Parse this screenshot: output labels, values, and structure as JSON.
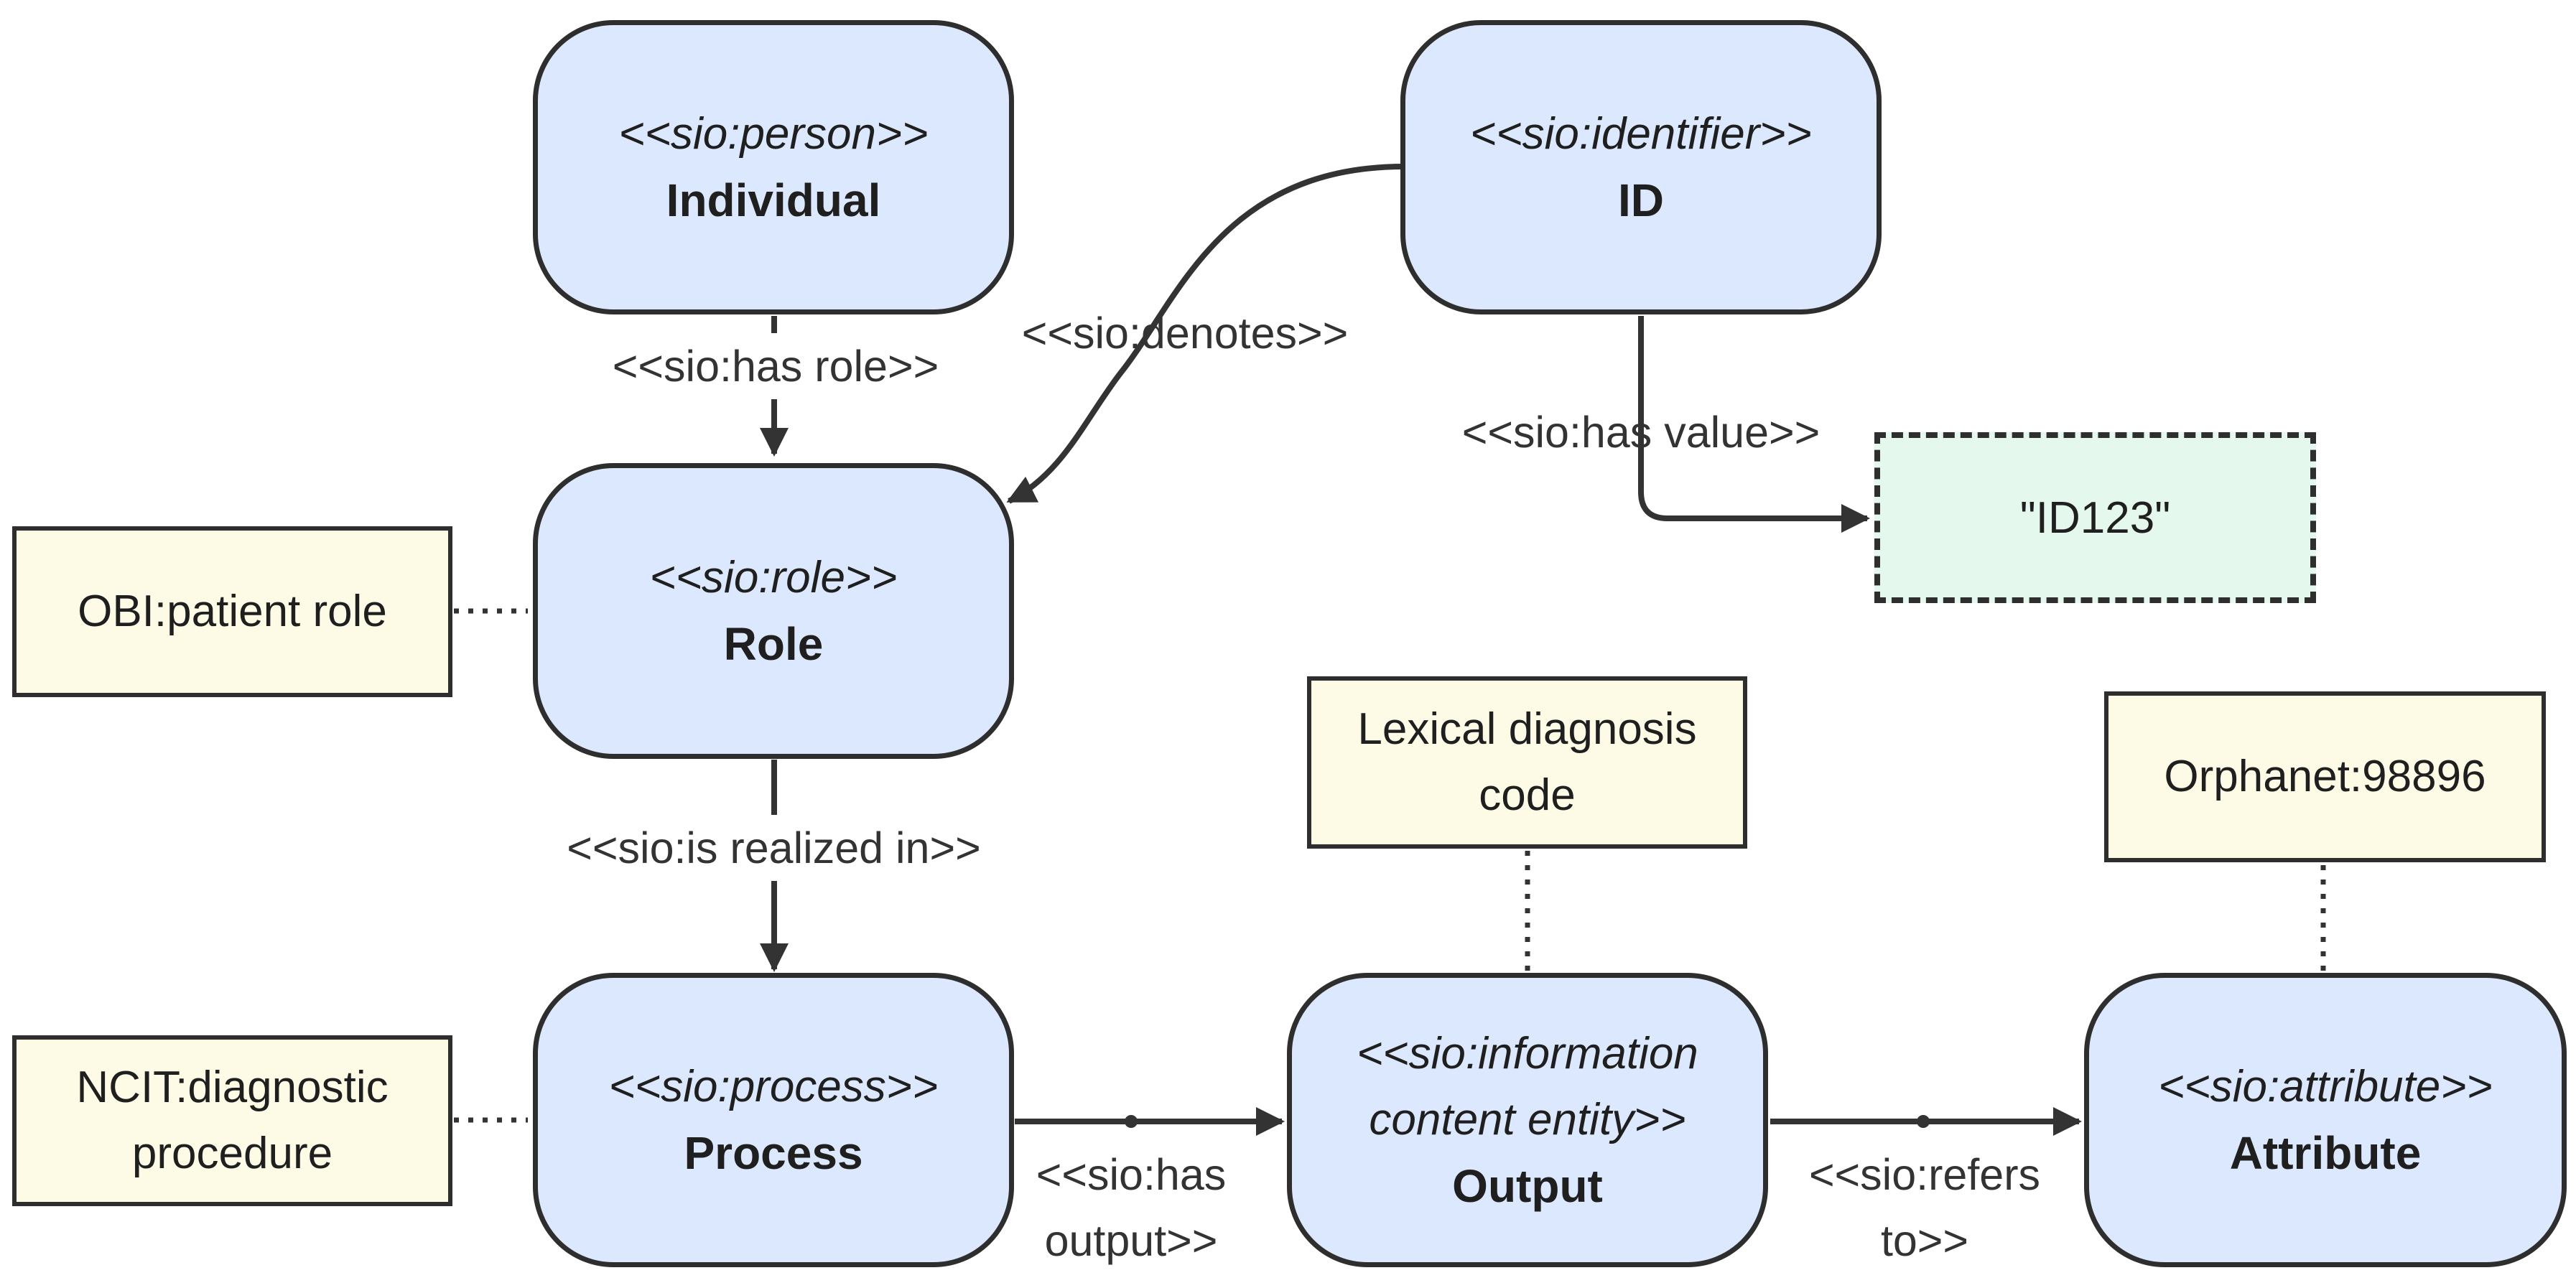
{
  "nodes": {
    "individual": {
      "stereotype": "<<sio:person>>",
      "name": "Individual"
    },
    "id": {
      "stereotype": "<<sio:identifier>>",
      "name": "ID"
    },
    "role": {
      "stereotype": "<<sio:role>>",
      "name": "Role"
    },
    "process": {
      "stereotype": "<<sio:process>>",
      "name": "Process"
    },
    "output": {
      "stereotype_line1": "<<sio:information",
      "stereotype_line2": "content entity>>",
      "name": "Output"
    },
    "attribute": {
      "stereotype": "<<sio:attribute>>",
      "name": "Attribute"
    }
  },
  "notes": {
    "patient_role": "OBI:patient role",
    "diagnostic_line1": "NCIT:diagnostic",
    "diagnostic_line2": "procedure",
    "lexical_line1": "Lexical diagnosis",
    "lexical_line2": "code",
    "orphanet": "Orphanet:98896"
  },
  "literal": {
    "value": "\"ID123\""
  },
  "edges": {
    "has_role": "<<sio:has role>>",
    "denotes": "<<sio:denotes>>",
    "has_value": "<<sio:has value>>",
    "is_realized_in": "<<sio:is realized in>>",
    "has_output_line1": "<<sio:has",
    "has_output_line2": "output>>",
    "refers_to_line1": "<<sio:refers",
    "refers_to_line2": "to>>"
  },
  "colors": {
    "entity_fill": "#dbe8fd",
    "note_fill": "#fdfbe5",
    "literal_fill": "#e5f8ed",
    "stroke": "#2e2e2e"
  }
}
